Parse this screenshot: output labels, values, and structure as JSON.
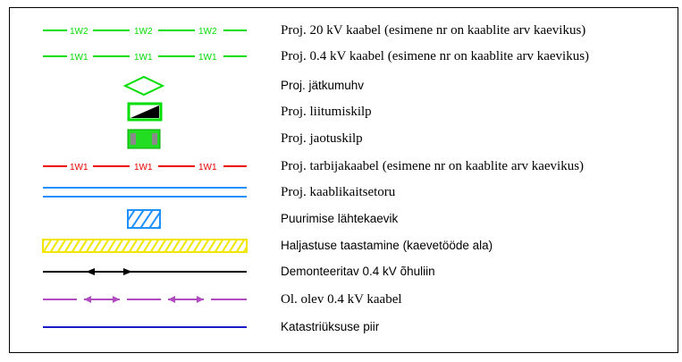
{
  "legend": {
    "items": [
      {
        "label": "Proj. 20 kV kaabel (esimene nr on kaablite arv kaevikus)",
        "cable_text": "1W2",
        "symbol": "dashed-line-green-1W2",
        "color": "#00dd00",
        "font": "serif"
      },
      {
        "label": "Proj. 0.4 kV kaabel (esimene nr on kaablite arv kaevikus)",
        "cable_text": "1W1",
        "symbol": "dashed-line-green-1W1",
        "color": "#00dd00",
        "font": "serif"
      },
      {
        "label": "Proj. jätkumuhv",
        "symbol": "green-diamond",
        "color": "#00dd00",
        "font": "sans"
      },
      {
        "label": "Proj. liitumiskilp",
        "symbol": "half-filled-box",
        "color": "#00dd00",
        "font": "serif"
      },
      {
        "label": "Proj. jaotuskilp",
        "symbol": "green-box-grey-ends",
        "color": "#00dd00",
        "font": "serif"
      },
      {
        "label": "Proj. tarbijakaabel (esimene nr on kaablite arv kaevikus)",
        "cable_text": "1W1",
        "symbol": "dashed-line-red-1W1",
        "color": "#ee0000",
        "font": "serif"
      },
      {
        "label": "Proj. kaablikaitsetoru",
        "symbol": "double-blue-line",
        "color": "#1e90ff",
        "font": "serif"
      },
      {
        "label": "Puurimise lähtekaevik",
        "symbol": "hatched-blue-box",
        "color": "#1e90ff",
        "font": "sans"
      },
      {
        "label": "Haljastuse taastamine (kaevetööde ala)",
        "symbol": "hatched-yellow-bar",
        "color": "#ffee00",
        "font": "sans"
      },
      {
        "label": "Demonteeritav 0.4 kV õhuliin",
        "symbol": "black-line-arrows",
        "color": "#000000",
        "font": "sans"
      },
      {
        "label": "Ol. olev 0.4 kV kaabel",
        "symbol": "purple-dashed-arrows",
        "color": "#b04cc0",
        "font": "serif"
      },
      {
        "label": "Katastriüksuse piir",
        "symbol": "blue-line",
        "color": "#1a1acc",
        "font": "sans"
      }
    ]
  }
}
